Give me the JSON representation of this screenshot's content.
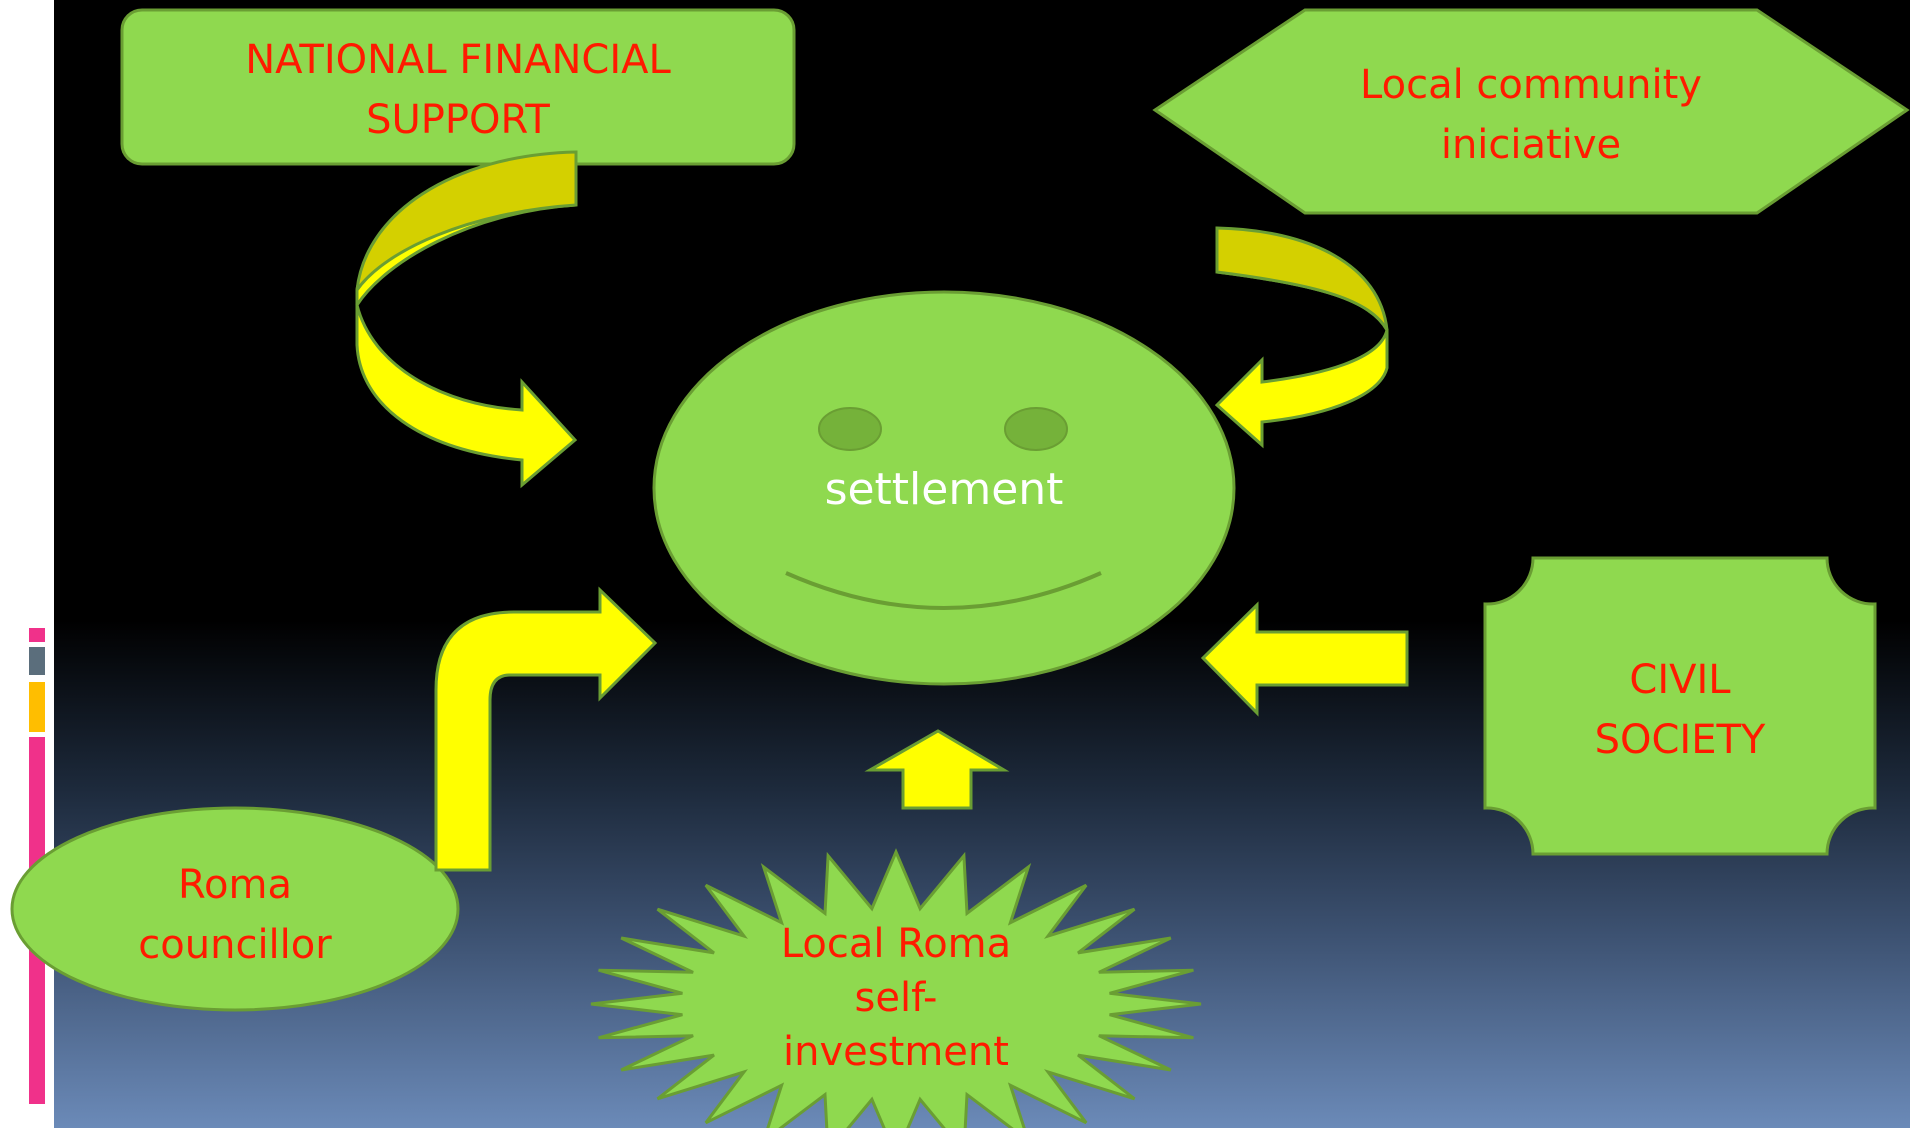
{
  "nodes": {
    "national_financial_support": "NATIONAL  FINANCIAL\nSUPPORT",
    "local_community": "Local  community\niniciative",
    "settlement": "settlement",
    "civil_society": "CIVIL\nSOCIETY",
    "roma_councillor": "Roma\ncouncillor",
    "local_roma_investment": "Local Roma\nself-\ninvestment"
  },
  "colors": {
    "shape_fill": "#8fd94f",
    "shape_stroke": "#6a9e33",
    "arrow_fill": "#ffff00",
    "arrow_curve_top": "#d4d000",
    "label_text": "#ff1a00",
    "center_text": "#ffffff",
    "accent_pink": "#f0318a",
    "accent_slate": "#5b6e7c",
    "accent_orange": "#ffbe00"
  }
}
